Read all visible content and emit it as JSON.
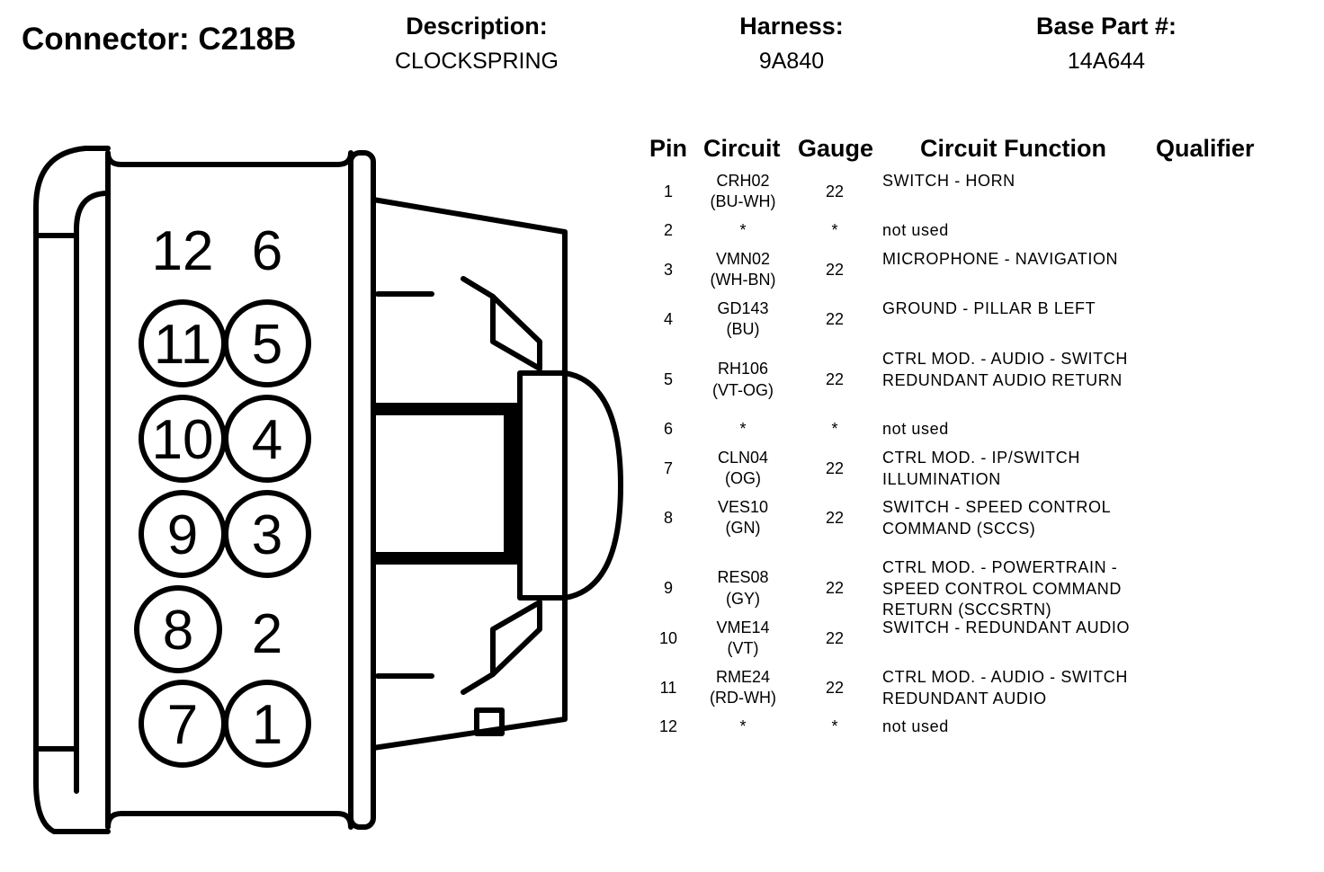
{
  "header": {
    "connector": "Connector: C218B",
    "description_label": "Description:",
    "description_value": "CLOCKSPRING",
    "harness_label": "Harness:",
    "harness_value": "9A840",
    "base_part_label": "Base Part #:",
    "base_part_value": "14A644"
  },
  "table": {
    "columns": [
      "Pin",
      "Circuit",
      "Gauge",
      "Circuit Function",
      "Qualifier"
    ],
    "rows": [
      {
        "pin": "1",
        "circuit": "CRH02",
        "color": "(BU-WH)",
        "gauge": "22",
        "function": "SWITCH - HORN",
        "qualifier": ""
      },
      {
        "pin": "2",
        "circuit": "*",
        "color": "",
        "gauge": "*",
        "function": "not used",
        "qualifier": ""
      },
      {
        "pin": "3",
        "circuit": "VMN02",
        "color": "(WH-BN)",
        "gauge": "22",
        "function": "MICROPHONE - NAVIGATION",
        "qualifier": ""
      },
      {
        "pin": "4",
        "circuit": "GD143",
        "color": "(BU)",
        "gauge": "22",
        "function": "GROUND - PILLAR B LEFT",
        "qualifier": ""
      },
      {
        "pin": "5",
        "circuit": "RH106",
        "color": "(VT-OG)",
        "gauge": "22",
        "function": "CTRL MOD. - AUDIO - SWITCH REDUNDANT AUDIO RETURN",
        "qualifier": ""
      },
      {
        "pin": "6",
        "circuit": "*",
        "color": "",
        "gauge": "*",
        "function": "not used",
        "qualifier": ""
      },
      {
        "pin": "7",
        "circuit": "CLN04",
        "color": "(OG)",
        "gauge": "22",
        "function": "CTRL MOD. - IP/SWITCH ILLUMINATION",
        "qualifier": ""
      },
      {
        "pin": "8",
        "circuit": "VES10",
        "color": "(GN)",
        "gauge": "22",
        "function": "SWITCH - SPEED CONTROL COMMAND (SCCS)",
        "qualifier": ""
      },
      {
        "pin": "9",
        "circuit": "RES08",
        "color": "(GY)",
        "gauge": "22",
        "function": "CTRL MOD. - POWERTRAIN - SPEED CONTROL COMMAND RETURN (SCCSRTN)",
        "qualifier": ""
      },
      {
        "pin": "10",
        "circuit": "VME14",
        "color": "(VT)",
        "gauge": "22",
        "function": "SWITCH - REDUNDANT AUDIO",
        "qualifier": ""
      },
      {
        "pin": "11",
        "circuit": "RME24",
        "color": "(RD-WH)",
        "gauge": "22",
        "function": "CTRL MOD. - AUDIO - SWITCH REDUNDANT AUDIO",
        "qualifier": ""
      },
      {
        "pin": "12",
        "circuit": "*",
        "color": "",
        "gauge": "*",
        "function": "not used",
        "qualifier": ""
      }
    ]
  },
  "diagram": {
    "circled_pins": [
      "11",
      "5",
      "10",
      "4",
      "9",
      "3",
      "8",
      "7",
      "1"
    ],
    "plain_pins": [
      "12",
      "6",
      "2"
    ]
  }
}
